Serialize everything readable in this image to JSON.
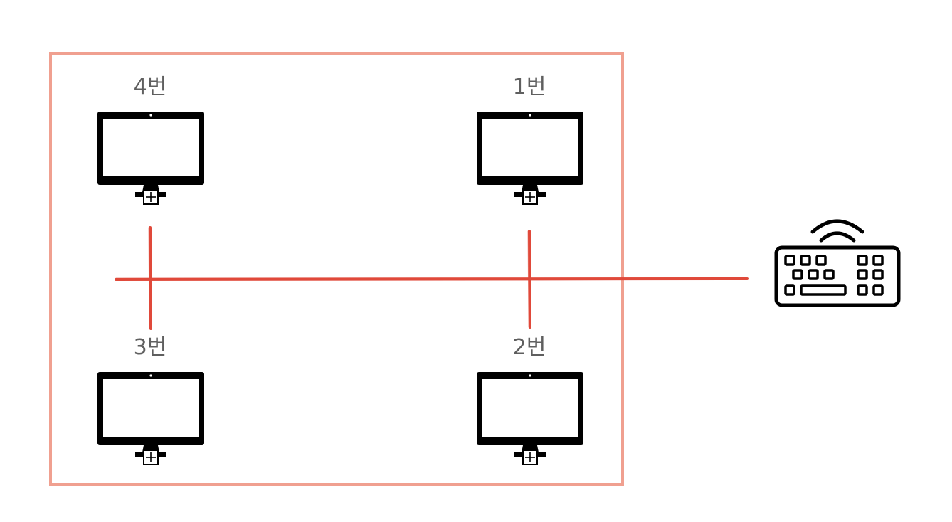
{
  "colors": {
    "frame": "#f0a090",
    "wire": "#e0493a",
    "label": "#5f5f5f",
    "device": "#000000"
  },
  "monitors": [
    {
      "name": "monitor-4",
      "label": "4번",
      "icon": "monitor-icon"
    },
    {
      "name": "monitor-1",
      "label": "1번",
      "icon": "monitor-icon"
    },
    {
      "name": "monitor-3",
      "label": "3번",
      "icon": "monitor-icon"
    },
    {
      "name": "monitor-2",
      "label": "2번",
      "icon": "monitor-icon"
    }
  ],
  "keyboard": {
    "icon": "wireless-keyboard-icon"
  }
}
